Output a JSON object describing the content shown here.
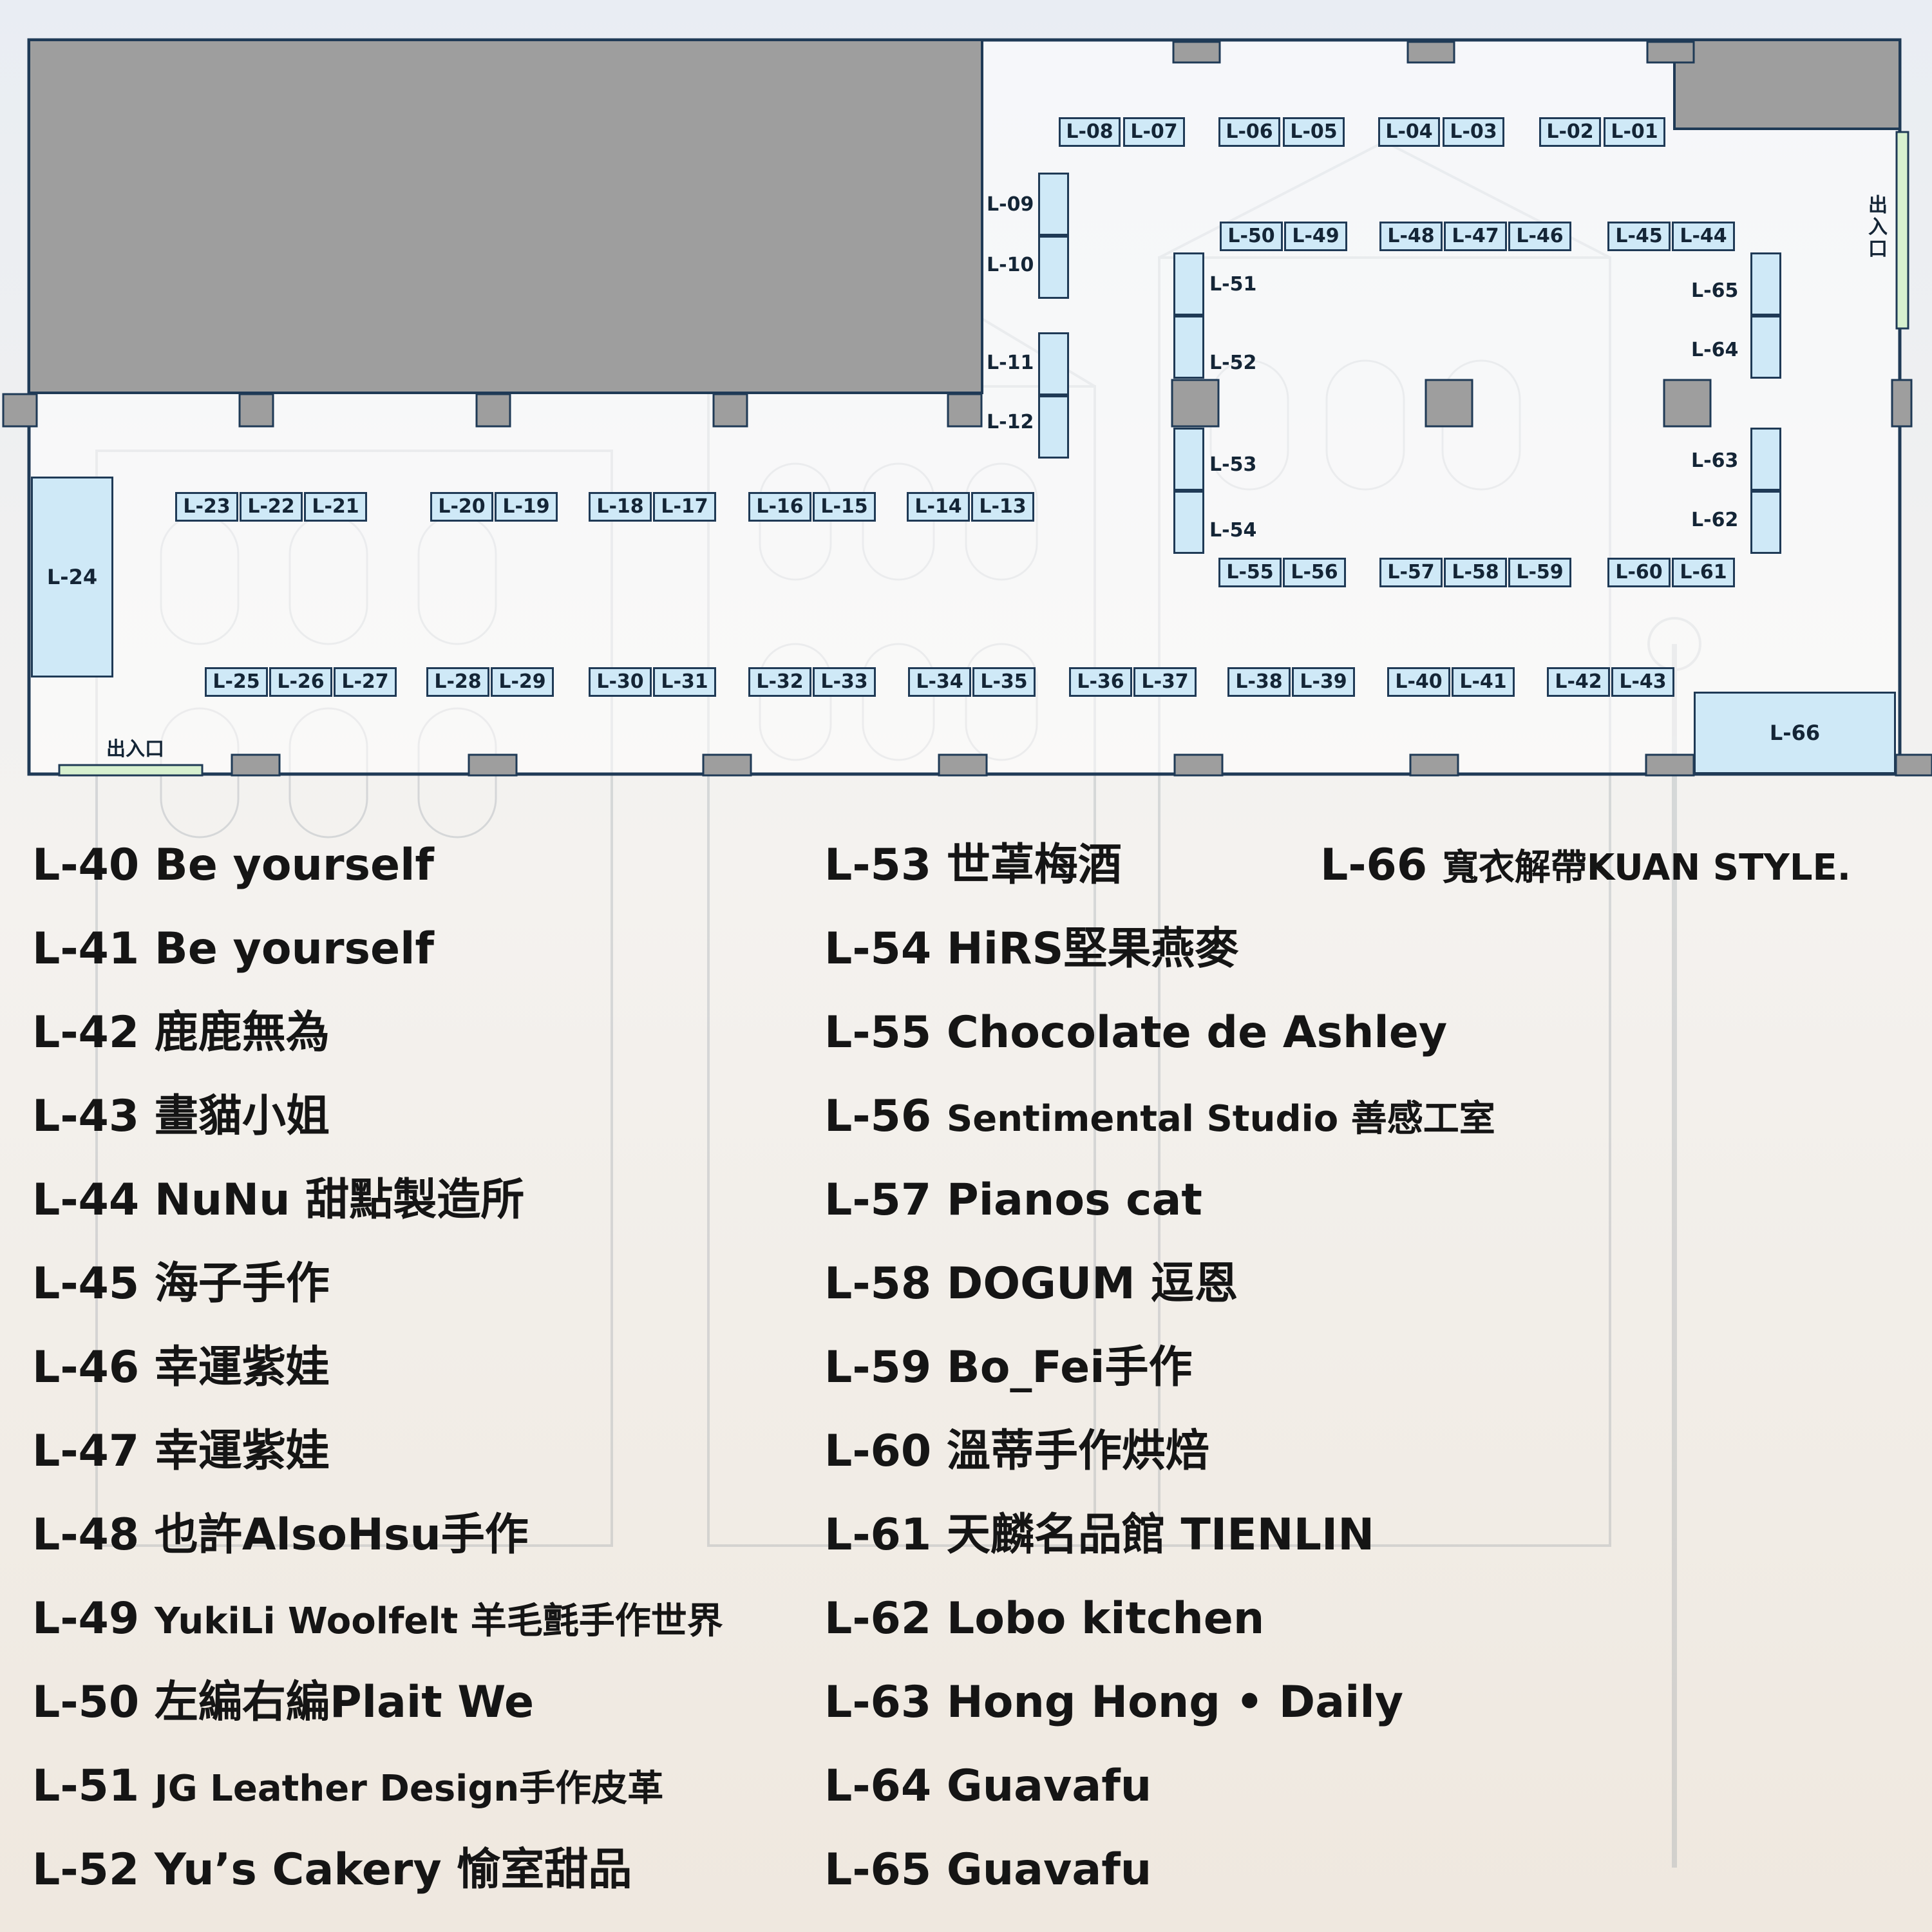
{
  "exits": {
    "right_exit": "出入口",
    "bottom_exit": "出入口"
  },
  "booths": [
    {
      "id": "L-08"
    },
    {
      "id": "L-07"
    },
    {
      "id": "L-06"
    },
    {
      "id": "L-05"
    },
    {
      "id": "L-04"
    },
    {
      "id": "L-03"
    },
    {
      "id": "L-02"
    },
    {
      "id": "L-01"
    },
    {
      "id": "L-09"
    },
    {
      "id": "L-10"
    },
    {
      "id": "L-11"
    },
    {
      "id": "L-12"
    },
    {
      "id": "L-50"
    },
    {
      "id": "L-49"
    },
    {
      "id": "L-48"
    },
    {
      "id": "L-47"
    },
    {
      "id": "L-46"
    },
    {
      "id": "L-45"
    },
    {
      "id": "L-44"
    },
    {
      "id": "L-51"
    },
    {
      "id": "L-52"
    },
    {
      "id": "L-53"
    },
    {
      "id": "L-54"
    },
    {
      "id": "L-65"
    },
    {
      "id": "L-64"
    },
    {
      "id": "L-63"
    },
    {
      "id": "L-62"
    },
    {
      "id": "L-23"
    },
    {
      "id": "L-22"
    },
    {
      "id": "L-21"
    },
    {
      "id": "L-20"
    },
    {
      "id": "L-19"
    },
    {
      "id": "L-18"
    },
    {
      "id": "L-17"
    },
    {
      "id": "L-16"
    },
    {
      "id": "L-15"
    },
    {
      "id": "L-14"
    },
    {
      "id": "L-13"
    },
    {
      "id": "L-55"
    },
    {
      "id": "L-56"
    },
    {
      "id": "L-57"
    },
    {
      "id": "L-58"
    },
    {
      "id": "L-59"
    },
    {
      "id": "L-60"
    },
    {
      "id": "L-61"
    },
    {
      "id": "L-24"
    },
    {
      "id": "L-25"
    },
    {
      "id": "L-26"
    },
    {
      "id": "L-27"
    },
    {
      "id": "L-28"
    },
    {
      "id": "L-29"
    },
    {
      "id": "L-30"
    },
    {
      "id": "L-31"
    },
    {
      "id": "L-32"
    },
    {
      "id": "L-33"
    },
    {
      "id": "L-34"
    },
    {
      "id": "L-35"
    },
    {
      "id": "L-36"
    },
    {
      "id": "L-37"
    },
    {
      "id": "L-38"
    },
    {
      "id": "L-39"
    },
    {
      "id": "L-40"
    },
    {
      "id": "L-41"
    },
    {
      "id": "L-42"
    },
    {
      "id": "L-43"
    },
    {
      "id": "L-66"
    }
  ],
  "legend": [
    {
      "id": "L-40",
      "name": "Be yourself"
    },
    {
      "id": "L-41",
      "name": "Be yourself"
    },
    {
      "id": "L-42",
      "name": "鹿鹿無為"
    },
    {
      "id": "L-43",
      "name": "畫貓小姐"
    },
    {
      "id": "L-44",
      "name": "NuNu 甜點製造所"
    },
    {
      "id": "L-45",
      "name": "海子手作"
    },
    {
      "id": "L-46",
      "name": "幸運紫娃"
    },
    {
      "id": "L-47",
      "name": "幸運紫娃"
    },
    {
      "id": "L-48",
      "name": "也許AlsoHsu手作"
    },
    {
      "id": "L-49",
      "name": "YukiLi Woolfelt 羊毛氈手作世界"
    },
    {
      "id": "L-50",
      "name": "左編右編Plait We"
    },
    {
      "id": "L-51",
      "name": "JG Leather Design手作皮革"
    },
    {
      "id": "L-52",
      "name": "Yu’s Cakery 愉室甜品"
    },
    {
      "id": "L-53",
      "name": "世䓬梅酒"
    },
    {
      "id": "L-54",
      "name": "HiRS堅果燕麥"
    },
    {
      "id": "L-55",
      "name": "Chocolate de Ashley"
    },
    {
      "id": "L-56",
      "name": "Sentimental Studio 善感工室"
    },
    {
      "id": "L-57",
      "name": "Pianos cat"
    },
    {
      "id": "L-58",
      "name": "DOGUM 逗恩"
    },
    {
      "id": "L-59",
      "name": "Bo_Fei手作"
    },
    {
      "id": "L-60",
      "name": "溫蒂手作烘焙"
    },
    {
      "id": "L-61",
      "name": "天麟名品館 TIENLIN"
    },
    {
      "id": "L-62",
      "name": "Lobo kitchen"
    },
    {
      "id": "L-63",
      "name": "Hong Hong • Daily"
    },
    {
      "id": "L-64",
      "name": "Guavafu"
    },
    {
      "id": "L-65",
      "name": "Guavafu"
    },
    {
      "id": "L-66",
      "name": "寬衣解帶KUAN STYLE."
    }
  ],
  "colors": {
    "booth_fill": "#cfe9f7",
    "outline": "#1f3a56",
    "blocked": "#9e9e9e",
    "exit_door": "#d7f0cf"
  }
}
